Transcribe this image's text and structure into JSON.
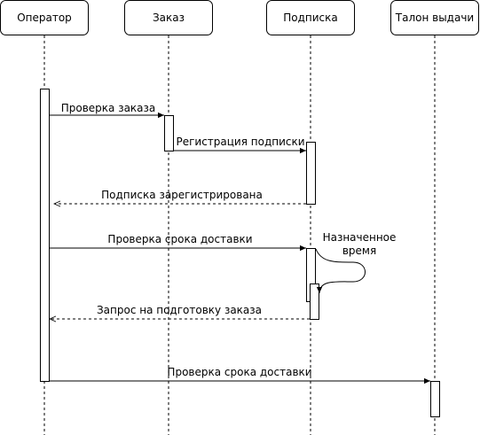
{
  "lifelines": [
    {
      "id": "operator",
      "label": "Оператор"
    },
    {
      "id": "order",
      "label": "Заказ"
    },
    {
      "id": "subscription",
      "label": "Подписка"
    },
    {
      "id": "ticket",
      "label": "Талон выдачи"
    }
  ],
  "messages": [
    {
      "from": "operator",
      "to": "order",
      "label": "Проверка заказа",
      "style": "solid"
    },
    {
      "from": "order",
      "to": "subscription",
      "label": "Регистрация подписки",
      "style": "solid"
    },
    {
      "from": "subscription",
      "to": "operator",
      "label": "Подписка зарегистрирована",
      "style": "dashed"
    },
    {
      "from": "operator",
      "to": "subscription",
      "label": "Проверка срока доставки",
      "style": "solid"
    },
    {
      "from": "subscription",
      "to": "subscription",
      "label_lines": [
        "Назначенное",
        "время"
      ],
      "style": "self"
    },
    {
      "from": "subscription",
      "to": "operator",
      "label": "Запрос на подготовку заказа",
      "style": "dashed"
    },
    {
      "from": "operator",
      "to": "ticket",
      "label": "Проверка срока доставки",
      "style": "solid"
    }
  ],
  "colors": {
    "stroke": "#000000",
    "box_fill": "#ffffff",
    "background": "#ffffff"
  }
}
